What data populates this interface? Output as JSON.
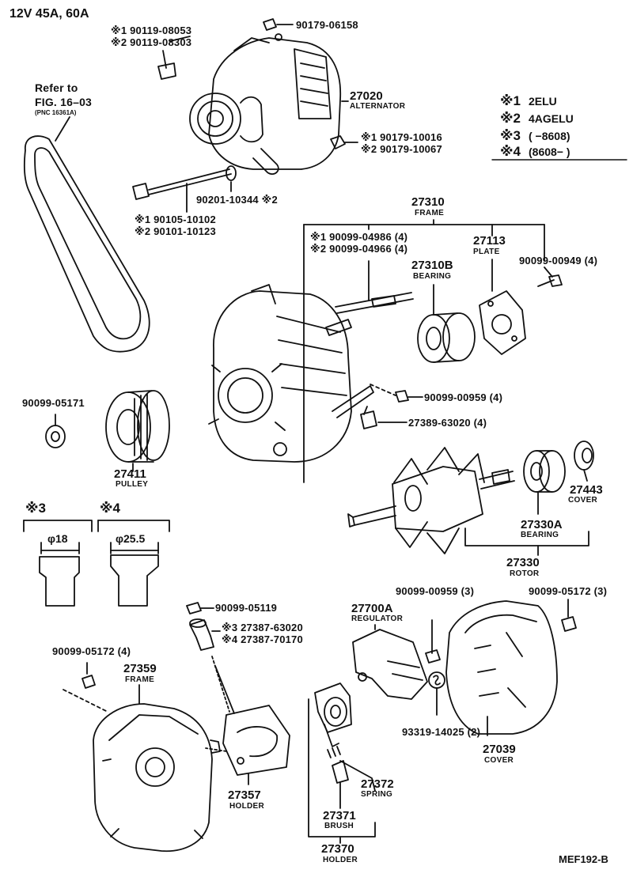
{
  "header": {
    "spec": "12V 45A, 60A",
    "refer_line1": "Refer to",
    "refer_line2": "FIG. 16–03",
    "refer_line3": "(PNC 16361A)",
    "code": "MEF192-B"
  },
  "legend": [
    {
      "key": "※1",
      "value": "2ELU"
    },
    {
      "key": "※2",
      "value": "4AGELU"
    },
    {
      "key": "※3",
      "value": "(        −8608)"
    },
    {
      "key": "※4",
      "value": "(8608−        )"
    }
  ],
  "callouts": {
    "bolt_1": "※1 90119-08053",
    "bolt_2": "※2 90119-08303",
    "nut_top": "90179-06158",
    "alt_num": "27020",
    "alt_name": "ALTERNATOR",
    "nut_side_1": "※1 90179-10016",
    "nut_side_2": "※2 90179-10067",
    "washer": "90201-10344 ※2",
    "long_bolt_1": "※1 90105-10102",
    "long_bolt_2": "※2 90101-10123",
    "frame_num": "27310",
    "frame_name": "FRAME",
    "stud_1": "※1 90099-04986 (4)",
    "stud_2": "※2 90099-04966 (4)",
    "bearing_num": "27310B",
    "bearing_name": "BEARING",
    "plate_num": "27113",
    "plate_name": "PLATE",
    "screw_plate": "90099-00949 (4)",
    "screw_frame": "90099-00959 (4)",
    "insulator": "27389-63020 (4)",
    "pulley_nut": "90099-05171",
    "pulley_num": "27411",
    "pulley_name": "PULLEY",
    "rotor_bearing_num": "27330A",
    "rotor_bearing_name": "BEARING",
    "cover_small_num": "27443",
    "cover_small_name": "COVER",
    "rotor_num": "27330",
    "rotor_name": "ROTOR",
    "dim_3_key": "※3",
    "dim_4_key": "※4",
    "dim_3": "φ18",
    "dim_4": "φ25.5",
    "nut_rear": "90099-05119",
    "term_ins_1": "※3 27387-63020",
    "term_ins_2": "※4 27387-70170",
    "screw_reg": "90099-00959 (3)",
    "reg_num": "27700A",
    "reg_name": "REGULATOR",
    "nut_cover": "90099-05172 (3)",
    "nut_frame": "90099-05172 (4)",
    "rear_frame_num": "27359",
    "rear_frame_name": "FRAME",
    "holder_num": "27357",
    "holder_name": "HOLDER",
    "brush_spring_num": "27372",
    "brush_spring_name": "SPRING",
    "brush_num": "27371",
    "brush_name": "BRUSH",
    "brush_holder_num": "27370",
    "brush_holder_name": "HOLDER",
    "washer_reg": "93319-14025 (2)",
    "rear_cover_num": "27039",
    "rear_cover_name": "COVER"
  }
}
